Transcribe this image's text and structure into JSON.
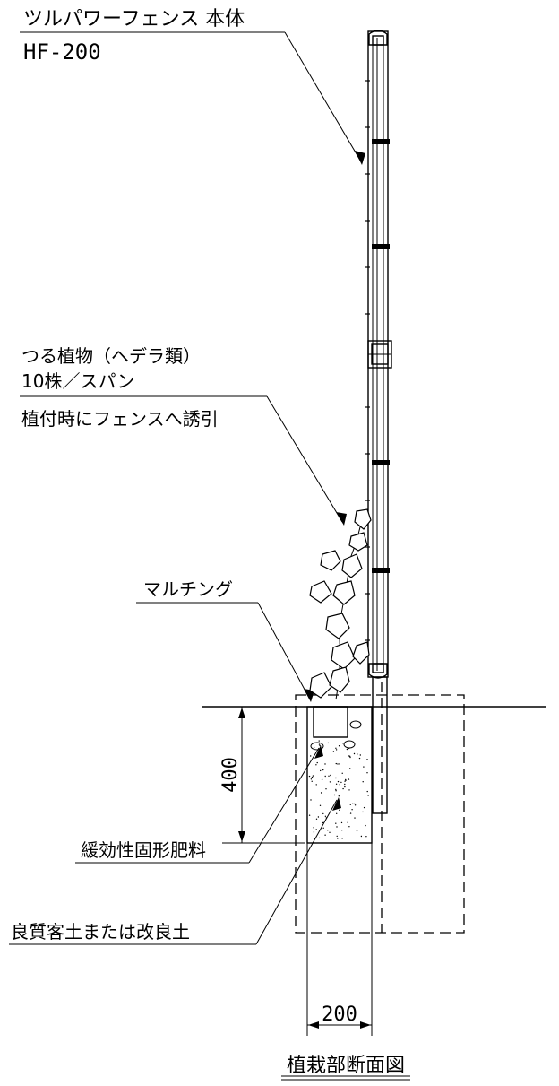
{
  "labels": {
    "fence_body": "ツルパワーフェンス 本体",
    "fence_model": "HF-200",
    "plant_name": "つる植物（ヘデラ類）",
    "plant_count": "10株／スパン",
    "planting_note": "植付時にフェンスへ誘引",
    "mulching": "マルチング",
    "fertilizer": "緩効性固形肥料",
    "soil": "良質客土または改良土",
    "title": "植栽部断面図"
  },
  "dimensions": {
    "depth": "400",
    "width": "200"
  }
}
